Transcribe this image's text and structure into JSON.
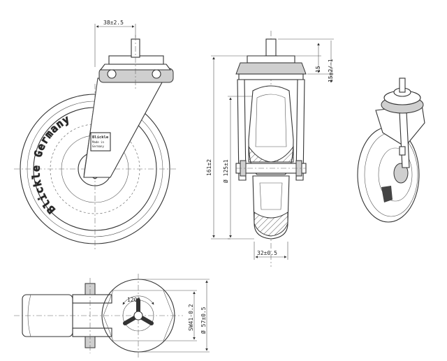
{
  "dimensions": {
    "bracket_offset": "38±2.5",
    "thread_length": "15",
    "thread_length_tol": "15±2/-1",
    "overall_height": "161±2",
    "wheel_diameter": "Ø 125±1",
    "tread_width": "32±0.5",
    "angle": "120°",
    "wrench_size": "SW41-0.2",
    "plate_diameter": "Ø 57±0.5"
  },
  "branding": {
    "side_text": "Blickle Germany",
    "label_brand": "Blickle",
    "label_line2": "Made in",
    "label_line3": "Germany"
  },
  "views": [
    "side-view",
    "front-section-view",
    "perspective-view",
    "top-view"
  ]
}
